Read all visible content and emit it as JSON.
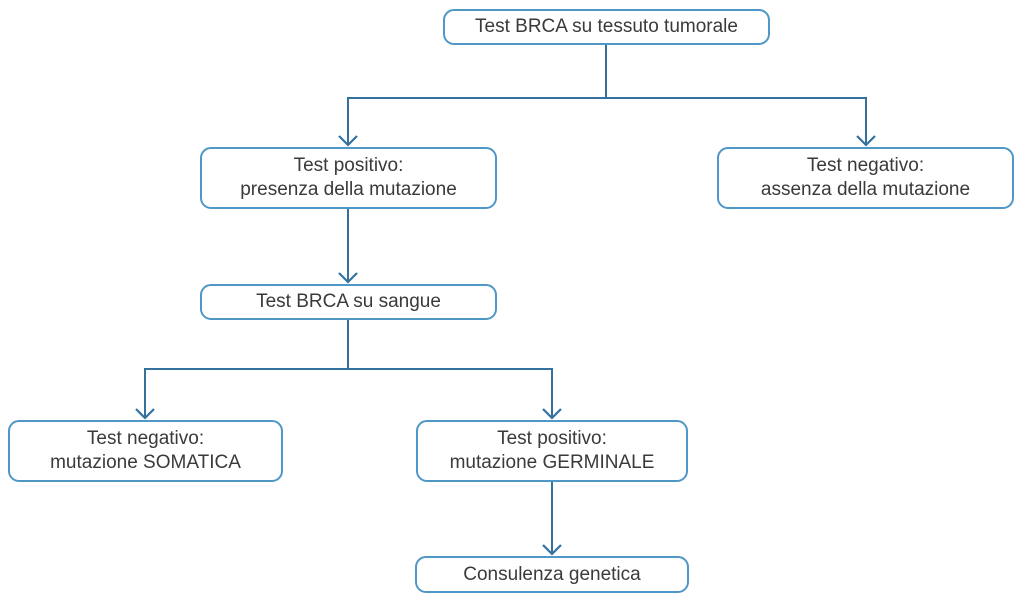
{
  "diagram": {
    "type": "flowchart",
    "language": "it",
    "topic": "BRCA mutation testing pathway"
  },
  "colors": {
    "line": "#35719f",
    "box_border": "#4e97c7",
    "text": "#3a3a3a",
    "background": "#ffffff"
  },
  "nodes": {
    "root": {
      "lines": [
        "Test BRCA su tessuto tumorale"
      ]
    },
    "tissue_positive": {
      "lines": [
        "Test positivo:",
        "presenza della mutazione"
      ]
    },
    "tissue_negative": {
      "lines": [
        "Test negativo:",
        "assenza della mutazione"
      ]
    },
    "blood": {
      "lines": [
        "Test BRCA su sangue"
      ]
    },
    "somatic": {
      "lines": [
        "Test negativo:",
        "mutazione SOMATICA"
      ]
    },
    "germline": {
      "lines": [
        "Test positivo:",
        "mutazione GERMINALE"
      ]
    },
    "counseling": {
      "lines": [
        "Consulenza genetica"
      ]
    }
  },
  "edges": [
    {
      "from": "root",
      "to": "tissue_positive"
    },
    {
      "from": "root",
      "to": "tissue_negative"
    },
    {
      "from": "tissue_positive",
      "to": "blood"
    },
    {
      "from": "blood",
      "to": "somatic"
    },
    {
      "from": "blood",
      "to": "germline"
    },
    {
      "from": "germline",
      "to": "counseling"
    }
  ]
}
